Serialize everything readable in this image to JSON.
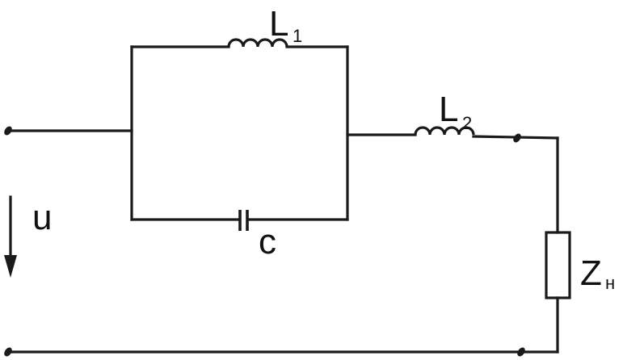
{
  "labels": {
    "inductor1": {
      "main": "L",
      "sub": "1"
    },
    "inductor2": {
      "main": "L",
      "sub": "2"
    },
    "capacitor": {
      "main": "c"
    },
    "voltage": {
      "main": "u"
    },
    "load": {
      "main": "Z",
      "sub": "н"
    }
  },
  "colors": {
    "line": "#1a1a1a",
    "background": "#ffffff"
  }
}
